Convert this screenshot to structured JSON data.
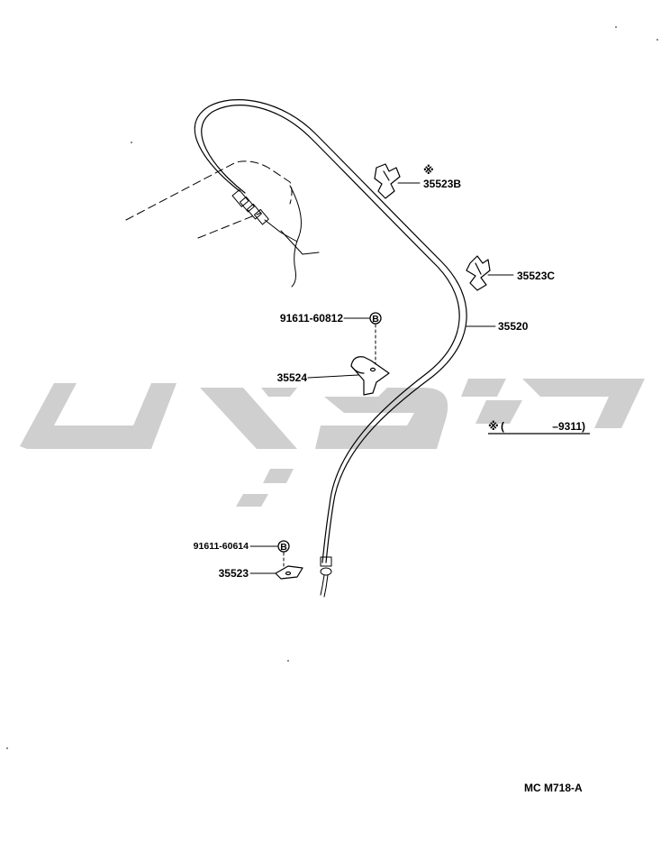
{
  "diagram": {
    "parts": [
      {
        "id": "35523B",
        "prefix": "※",
        "label": "35523B"
      },
      {
        "id": "35523C",
        "label": "35523C"
      },
      {
        "id": "35520",
        "label": "35520"
      },
      {
        "id": "91611-60812",
        "label": "91611-60812",
        "marker": "B"
      },
      {
        "id": "35524",
        "label": "35524"
      },
      {
        "id": "91611-60614",
        "label": "91611-60614",
        "marker": "B"
      },
      {
        "id": "35523",
        "label": "35523"
      }
    ],
    "note": {
      "symbol": "※",
      "open": "(",
      "range": "–9311)"
    },
    "drawing_code": "MC M718-A"
  },
  "watermark": {
    "color": "#cfcfcf"
  },
  "colors": {
    "line": "#000000",
    "background": "#ffffff"
  }
}
